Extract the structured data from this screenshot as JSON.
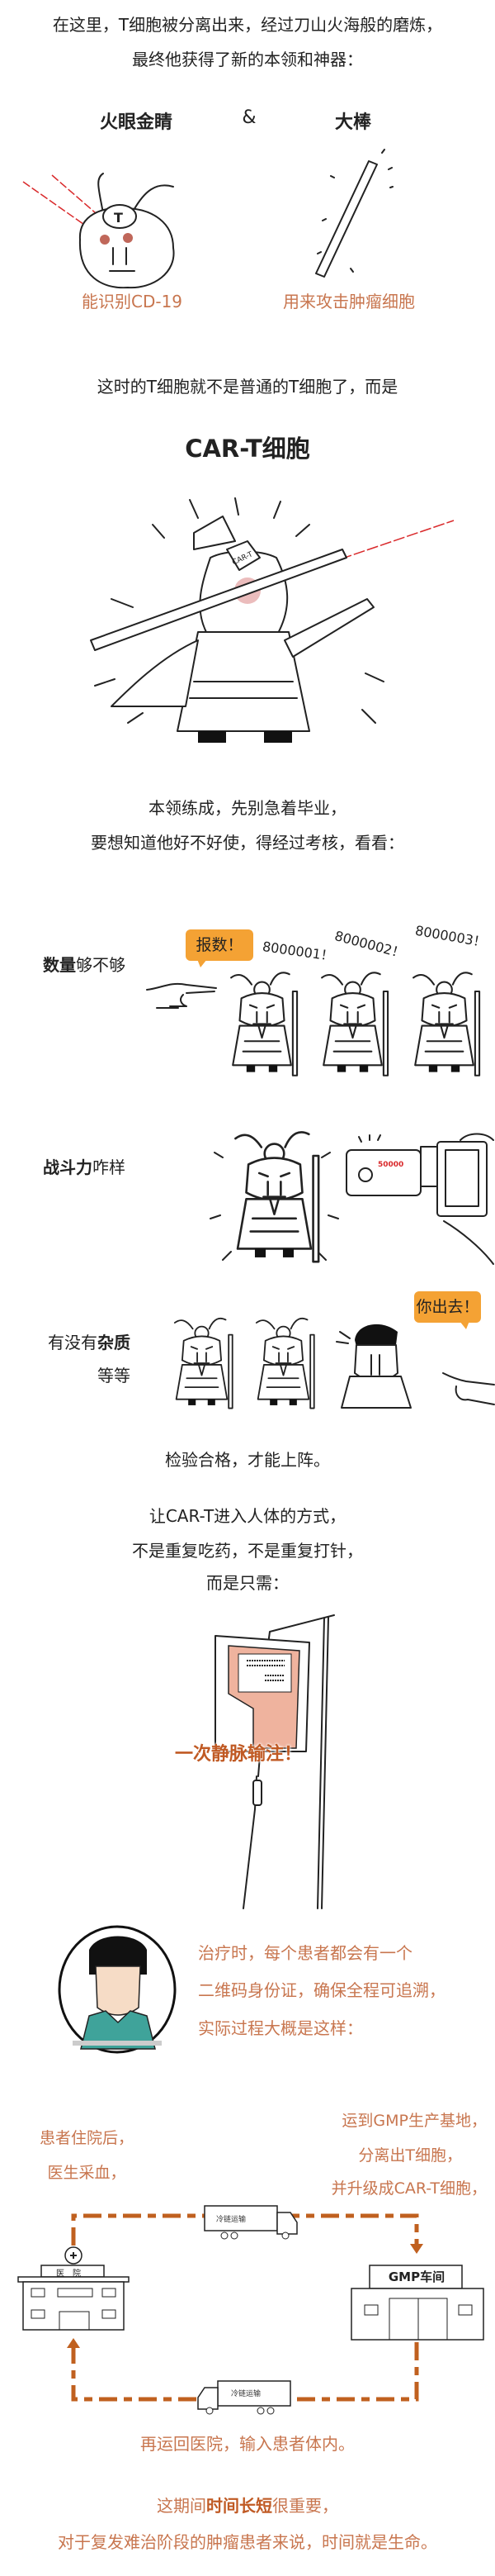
{
  "intro": {
    "line1": "在这里，T细胞被分离出来，经过刀山火海般的磨炼，",
    "line2": "最终他获得了新的本领和神器："
  },
  "abilities": {
    "left_title": "火眼金睛",
    "amp": "&",
    "right_title": "大棒",
    "left_caption": "能识别CD-19",
    "right_caption": "用来攻击肿瘤细胞",
    "helmet_letter": "T"
  },
  "transform": {
    "line": "这时的T细胞就不是普通的T细胞了，而是",
    "title": "CAR-T细胞",
    "helmet_label": "CAR-T"
  },
  "exam_intro": {
    "line1": "本领练成，先别急着毕业，",
    "line2": "要想知道他好不好使，得经过考核，看看："
  },
  "quantity": {
    "bold": "数量",
    "rest": "够不够",
    "bubble": "报数！",
    "counts": [
      "8000001！",
      "8000002！",
      "8000003！"
    ]
  },
  "power": {
    "bold": "战斗力",
    "rest": "咋样",
    "reading": "50000"
  },
  "purity": {
    "pre": "有没有",
    "bold": "杂质",
    "etc": "等等",
    "bubble": "你出去！"
  },
  "pass": "检验合格，才能上阵。",
  "delivery": {
    "line1": "让CAR-T进入人体的方式，",
    "line2": "不是重复吃药，不是重复打针，",
    "line3": "而是只需：",
    "iv_label": "一次静脉输注！"
  },
  "doctor": {
    "line1": "治疗时，每个患者都会有一个",
    "line2": "二维码身份证，确保全程可追溯，",
    "line3": "实际过程大概是这样："
  },
  "flow": {
    "hospital_text1": "患者住院后，",
    "hospital_text2": "医生采血，",
    "gmp_text1": "运到GMP生产基地，",
    "gmp_text2": "分离出T细胞，",
    "gmp_text3": "并升级成CAR-T细胞，",
    "truck_label": "冷链运输",
    "hospital_sign": "医院",
    "gmp_sign": "GMP车间",
    "return_text": "再运回医院，输入患者体内。"
  },
  "closing": {
    "pre": "这期间",
    "bold": "时间长短",
    "post": "很重要，",
    "line2": "对于复发难治阶段的肿瘤患者来说，时间就是生命。"
  },
  "colors": {
    "accent_orange": "#f4a234",
    "caption_orange": "#c8764f",
    "flow_brown": "#c0601f",
    "laser_red": "#d9282a",
    "iv_bag": "#efb39e",
    "scrubs": "#3fa39a"
  }
}
